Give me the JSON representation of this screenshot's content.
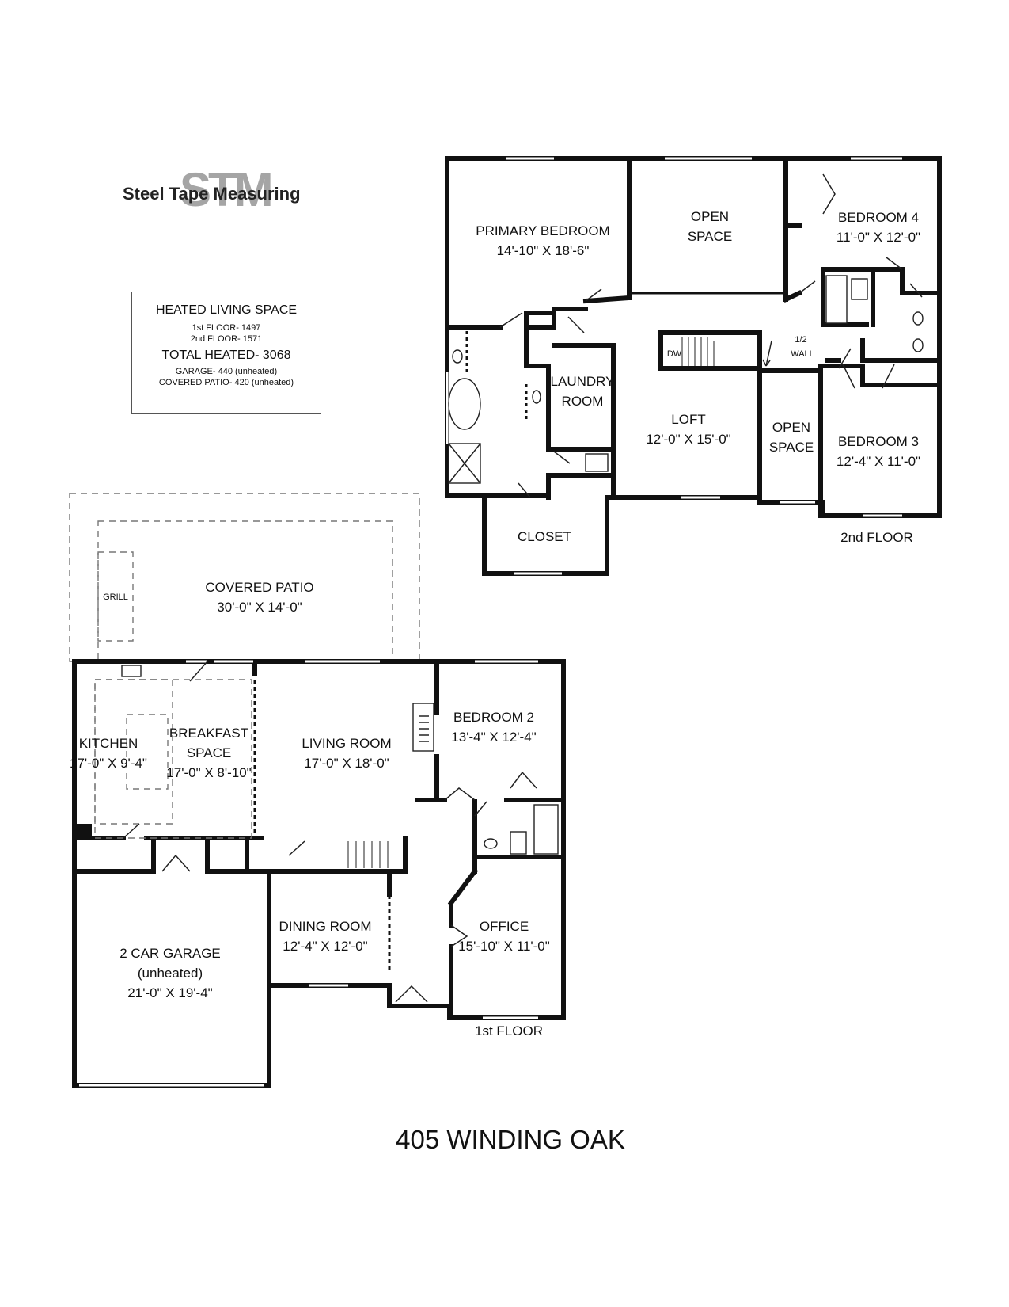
{
  "logo": {
    "monogram": "STM",
    "text": "Steel Tape Measuring"
  },
  "summary": {
    "heading": "HEATED LIVING SPACE",
    "first_floor": "1st FLOOR- 1497",
    "second_floor": "2nd FLOOR- 1571",
    "total": "TOTAL HEATED- 3068",
    "garage": "GARAGE- 440 (unheated)",
    "patio": "COVERED PATIO- 420 (unheated)"
  },
  "second_floor": {
    "label": "2nd FLOOR",
    "rooms": {
      "primary_bedroom": {
        "name": "PRIMARY BEDROOM",
        "dims": "14'-10\" X 18'-6\""
      },
      "open_space_top": {
        "name": "OPEN",
        "name2": "SPACE"
      },
      "bedroom4": {
        "name": "BEDROOM 4",
        "dims": "11'-0\" X 12'-0\""
      },
      "laundry": {
        "name": "LAUNDRY",
        "name2": "ROOM"
      },
      "loft": {
        "name": "LOFT",
        "dims": "12'-0\" X 15'-0\""
      },
      "open_space_mid": {
        "name": "OPEN",
        "name2": "SPACE"
      },
      "bedroom3": {
        "name": "BEDROOM 3",
        "dims": "12'-4\" X 11'-0\""
      },
      "closet": {
        "name": "CLOSET"
      }
    },
    "notes": {
      "dw": "DW",
      "half_wall_1": "1/2",
      "half_wall_2": "WALL"
    }
  },
  "first_floor": {
    "label": "1st FLOOR",
    "rooms": {
      "covered_patio": {
        "name": "COVERED PATIO",
        "dims": "30'-0\" X 14'-0\""
      },
      "grill": {
        "name": "GRILL"
      },
      "kitchen": {
        "name": "KITCHEN",
        "dims": "17'-0\" X 9'-4\""
      },
      "breakfast": {
        "name": "BREAKFAST",
        "name2": "SPACE",
        "dims": "17'-0\" X 8'-10\""
      },
      "living_room": {
        "name": "LIVING ROOM",
        "dims": "17'-0\" X 18'-0\""
      },
      "bedroom2": {
        "name": "BEDROOM 2",
        "dims": "13'-4\" X 12'-4\""
      },
      "dining_room": {
        "name": "DINING ROOM",
        "dims": "12'-4\" X 12'-0\""
      },
      "office": {
        "name": "OFFICE",
        "dims": "15'-10\" X 11'-0\""
      },
      "garage": {
        "name": "2 CAR GARAGE",
        "name2": "(unheated)",
        "dims": "21'-0\" X 19'-4\""
      }
    }
  },
  "address": "405 WINDING OAK"
}
